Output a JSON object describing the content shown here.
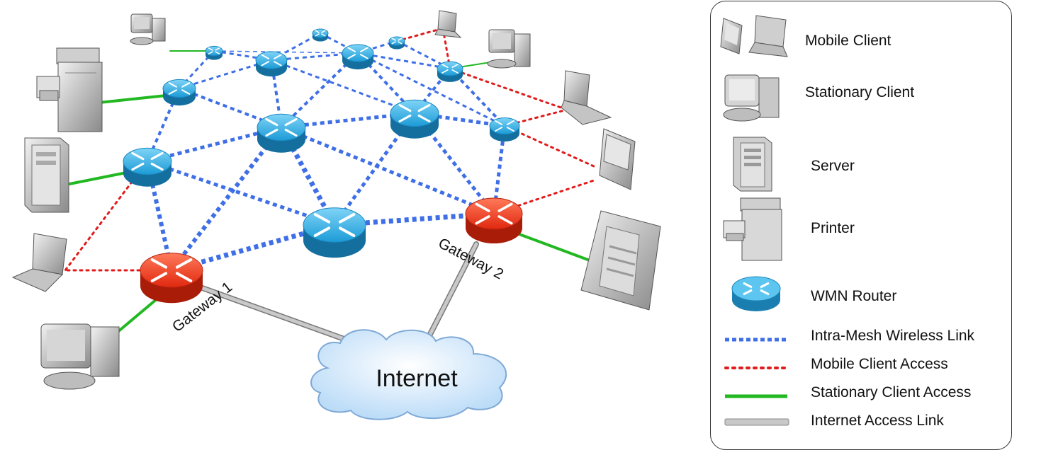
{
  "diagram": {
    "gateway1_label": "Gateway 1",
    "gateway2_label": "Gateway 2",
    "internet_label": "Internet"
  },
  "legend": {
    "items": [
      {
        "label": "Mobile Client",
        "icon": "mobile-client-icon"
      },
      {
        "label": "Stationary Client",
        "icon": "stationary-client-icon"
      },
      {
        "label": "Server",
        "icon": "server-icon"
      },
      {
        "label": "Printer",
        "icon": "printer-icon"
      },
      {
        "label": "WMN Router",
        "icon": "wmn-router-icon"
      },
      {
        "label": "Intra-Mesh Wireless Link",
        "icon": "intra-mesh-link-line"
      },
      {
        "label": "Mobile Client Access",
        "icon": "mobile-access-line"
      },
      {
        "label": "Stationary Client Access",
        "icon": "stationary-access-line"
      },
      {
        "label": "Internet Access Link",
        "icon": "internet-link-line"
      }
    ]
  },
  "colors": {
    "router_blue": "#22a6de",
    "gateway_red": "#e8341c",
    "mesh_link": "#3f6fe6",
    "mobile_access": "#e11b1b",
    "stationary_access": "#22b822",
    "internet_link": "#a8a8a8",
    "cloud": "#cfe6fb"
  }
}
